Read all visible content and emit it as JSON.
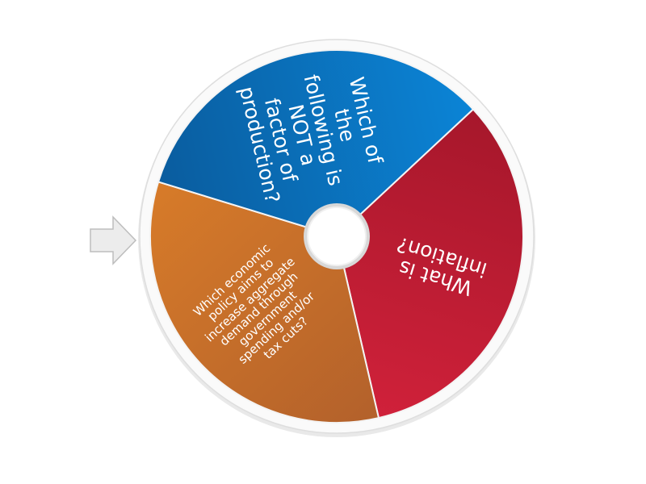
{
  "wheel": {
    "segments": [
      {
        "label": "What is inflation?",
        "color_light": "#d0213a",
        "color_dark": "#a6172b",
        "font_size": 25
      },
      {
        "label": "Which economic policy aims to increase aggregate demand through government spending and/or tax cuts?",
        "color_light": "#d77b29",
        "color_dark": "#b3612b",
        "font_size": 15
      },
      {
        "label": "Which of the following is NOT a factor of production?",
        "color_light": "#0b84d6",
        "color_dark": "#0a5c9e",
        "font_size": 25
      }
    ],
    "pointer_icon": "arrow-right-icon"
  }
}
